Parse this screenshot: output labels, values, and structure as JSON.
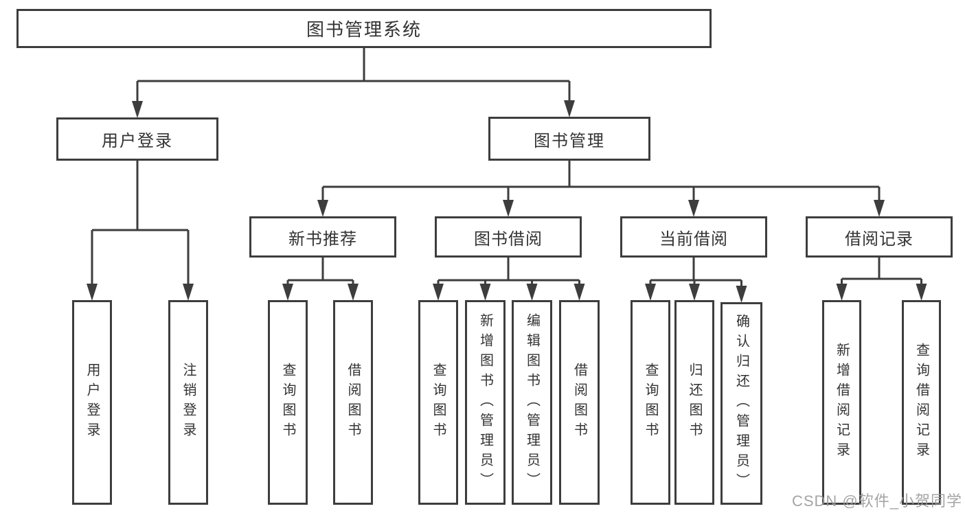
{
  "diagram_title": "图书管理系统",
  "colors": {
    "line": "#3d3d3d",
    "text": "#333333",
    "box_background": "#ffffff",
    "watermark": "#9b9b9b"
  },
  "watermark": {
    "text": "CSDN @软件_小贺同学"
  },
  "nodes": [
    {
      "id": "root",
      "label": "图书管理系统",
      "level": 1,
      "parent": null
    },
    {
      "id": "user-login",
      "label": "用户登录",
      "level": 2,
      "parent": "root"
    },
    {
      "id": "book-mgmt",
      "label": "图书管理",
      "level": 2,
      "parent": "root"
    },
    {
      "id": "new-book-rec",
      "label": "新书推荐",
      "level": 3,
      "parent": "book-mgmt"
    },
    {
      "id": "book-borrow",
      "label": "图书借阅",
      "level": 3,
      "parent": "book-mgmt"
    },
    {
      "id": "current-borrow",
      "label": "当前借阅",
      "level": 3,
      "parent": "book-mgmt"
    },
    {
      "id": "borrow-records",
      "label": "借阅记录",
      "level": 3,
      "parent": "book-mgmt"
    },
    {
      "id": "user-login-leaf",
      "label": "用户登录",
      "level": 4,
      "parent": "user-login"
    },
    {
      "id": "logout-leaf",
      "label": "注销登录",
      "level": 4,
      "parent": "user-login"
    },
    {
      "id": "rec-query-books",
      "label": "查询图书",
      "level": 4,
      "parent": "new-book-rec"
    },
    {
      "id": "rec-borrow-books",
      "label": "借阅图书",
      "level": 4,
      "parent": "new-book-rec"
    },
    {
      "id": "bb-query-books",
      "label": "查询图书",
      "level": 4,
      "parent": "book-borrow"
    },
    {
      "id": "bb-add-books",
      "label": "新增图书（管理员）",
      "level": 4,
      "parent": "book-borrow"
    },
    {
      "id": "bb-edit-books",
      "label": "编辑图书（管理员）",
      "level": 4,
      "parent": "book-borrow"
    },
    {
      "id": "bb-borrow-books",
      "label": "借阅图书",
      "level": 4,
      "parent": "book-borrow"
    },
    {
      "id": "cb-query-books",
      "label": "查询图书",
      "level": 4,
      "parent": "current-borrow"
    },
    {
      "id": "cb-return-books",
      "label": "归还图书",
      "level": 4,
      "parent": "current-borrow"
    },
    {
      "id": "cb-confirm-return",
      "label": "确认归还（管理员）",
      "level": 4,
      "parent": "current-borrow"
    },
    {
      "id": "br-add-record",
      "label": "新增借阅记录",
      "level": 4,
      "parent": "borrow-records"
    },
    {
      "id": "br-query-record",
      "label": "查询借阅记录",
      "level": 4,
      "parent": "borrow-records"
    }
  ]
}
